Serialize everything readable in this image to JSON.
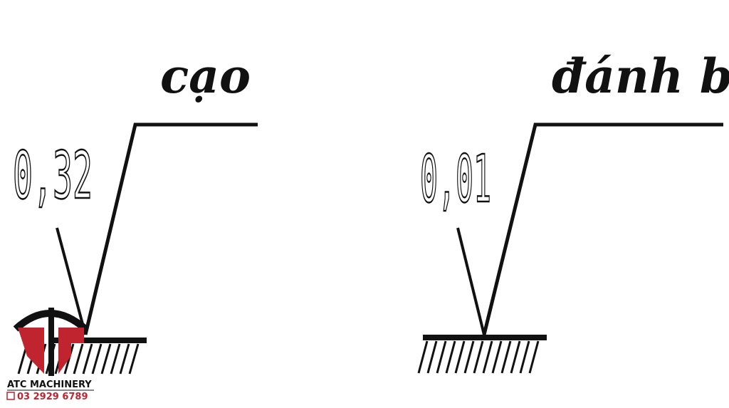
{
  "symbols": [
    {
      "process": "cạo",
      "roughness": "0,32"
    },
    {
      "process": "đánh bóng",
      "roughness": "0,01"
    }
  ],
  "logo": {
    "name": "ATC MACHINERY",
    "phone": "03 2929 6789",
    "letters": "ATC",
    "colors": {
      "red": "#c0242f",
      "black": "#111111"
    }
  }
}
